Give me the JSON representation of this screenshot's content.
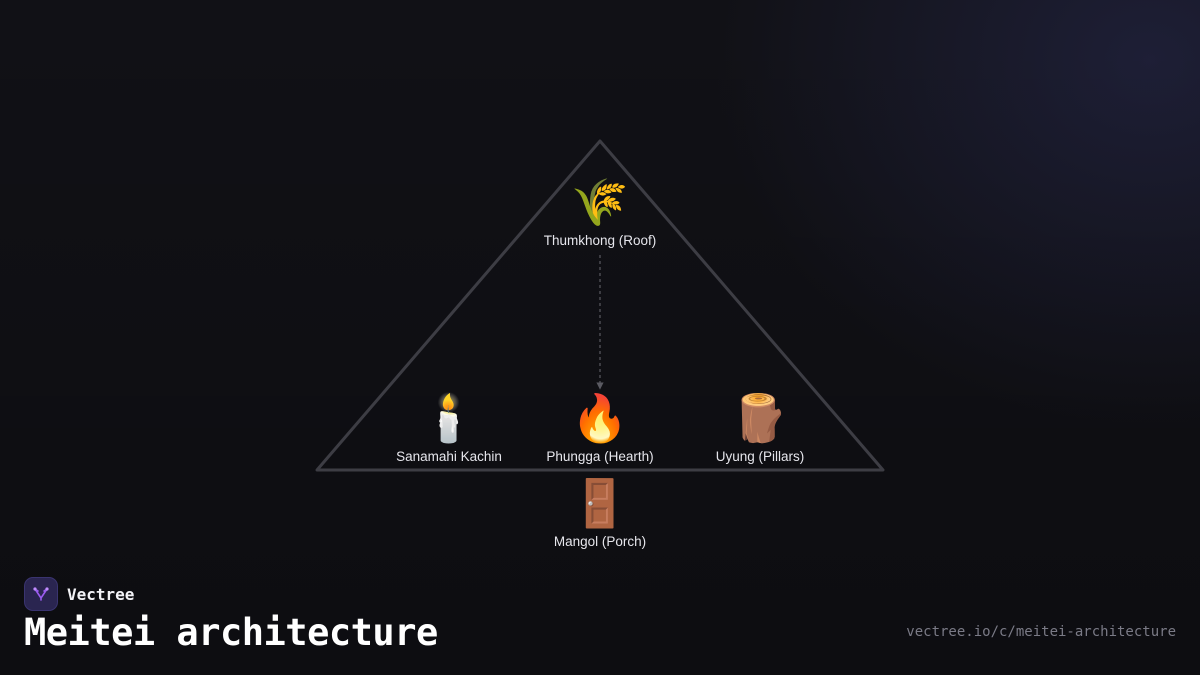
{
  "diagram": {
    "nodes": {
      "roof": {
        "icon": "sheaf-of-rice-icon",
        "glyph": "🌾",
        "label": "Thumkhong (Roof)"
      },
      "sanamahi": {
        "icon": "candle-icon",
        "glyph": "🕯️",
        "label": "Sanamahi Kachin"
      },
      "hearth": {
        "icon": "fire-icon",
        "glyph": "🔥",
        "label": "Phungga (Hearth)"
      },
      "pillars": {
        "icon": "wood-log-icon",
        "glyph": "🪵",
        "label": "Uyung (Pillars)"
      },
      "porch": {
        "icon": "door-icon",
        "glyph": "🚪",
        "label": "Mangol (Porch)"
      }
    },
    "edges": [
      {
        "from": "roof",
        "to": "hearth",
        "style": "dashed"
      }
    ],
    "colors": {
      "triangle_stroke": "#3d3d44",
      "edge": "#5a5a62"
    }
  },
  "brand": {
    "name": "Vectree",
    "logo_color": "#2a2550",
    "logo_accent": "#9b5cf0"
  },
  "page": {
    "title": "Meitei architecture",
    "url": "vectree.io/c/meitei-architecture"
  }
}
